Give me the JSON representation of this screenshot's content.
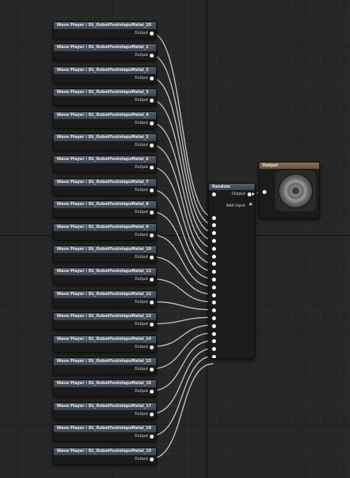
{
  "wave_players": [
    {
      "title": "Wave Player : DL_RobotFootstepsMetal_20",
      "output": "Output"
    },
    {
      "title": "Wave Player : DL_RobotFootstepsMetal_1",
      "output": "Output"
    },
    {
      "title": "Wave Player : DL_RobotFootstepsMetal_2",
      "output": "Output"
    },
    {
      "title": "Wave Player : DL_RobotFootstepsMetal_3",
      "output": "Output"
    },
    {
      "title": "Wave Player : DL_RobotFootstepsMetal_4",
      "output": "Output"
    },
    {
      "title": "Wave Player : DL_RobotFootstepsMetal_5",
      "output": "Output"
    },
    {
      "title": "Wave Player : DL_RobotFootstepsMetal_6",
      "output": "Output"
    },
    {
      "title": "Wave Player : DL_RobotFootstepsMetal_7",
      "output": "Output"
    },
    {
      "title": "Wave Player : DL_RobotFootstepsMetal_8",
      "output": "Output"
    },
    {
      "title": "Wave Player : DL_RobotFootstepsMetal_9",
      "output": "Output"
    },
    {
      "title": "Wave Player : DL_RobotFootstepsMetal_10",
      "output": "Output"
    },
    {
      "title": "Wave Player : DL_RobotFootstepsMetal_11",
      "output": "Output"
    },
    {
      "title": "Wave Player : DL_RobotFootstepsMetal_12",
      "output": "Output"
    },
    {
      "title": "Wave Player : DL_RobotFootstepsMetal_13",
      "output": "Output"
    },
    {
      "title": "Wave Player : DL_RobotFootstepsMetal_14",
      "output": "Output"
    },
    {
      "title": "Wave Player : DL_RobotFootstepsMetal_15",
      "output": "Output"
    },
    {
      "title": "Wave Player : DL_RobotFootstepsMetal_16",
      "output": "Output"
    },
    {
      "title": "Wave Player : DL_RobotFootstepsMetal_17",
      "output": "Output"
    },
    {
      "title": "Wave Player : DL_RobotFootstepsMetal_18",
      "output": "Output"
    },
    {
      "title": "Wave Player : DL_RobotFootstepsMetal_19",
      "output": "Output"
    }
  ],
  "random_node": {
    "title": "Random",
    "output_label": "Output",
    "add_input_label": "Add input",
    "input_count": 20
  },
  "output_node": {
    "title": "Output",
    "icon": "speaker-icon"
  },
  "colors": {
    "canvas": "#262626",
    "wave_header": "#4a535e",
    "output_header": "#7b624a",
    "wire": "#c8c8c8",
    "pin": "#ffffff"
  }
}
